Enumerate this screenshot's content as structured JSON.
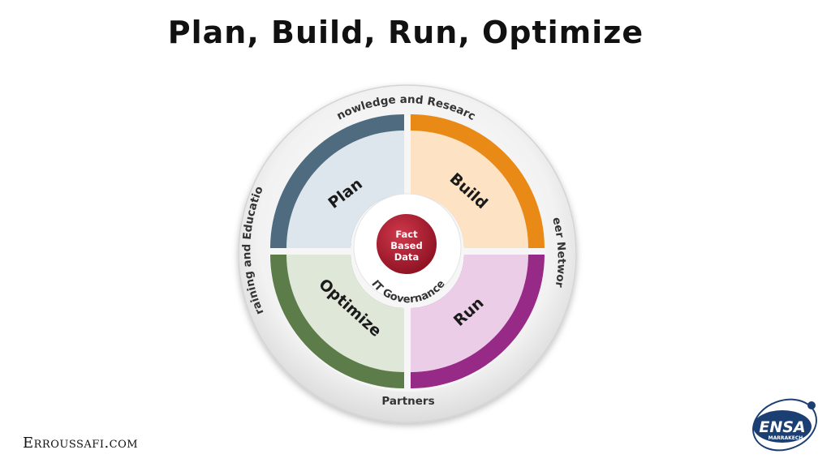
{
  "title": "Plan, Build, Run, Optimize",
  "footer_credit": "Erroussafi.com",
  "ring_labels": {
    "top": "Knowledge and Research",
    "right": "Peer Network",
    "bottom": "Partners",
    "left": "Training and Education"
  },
  "quadrants": [
    {
      "key": "plan",
      "label": "Plan",
      "color": "#4e6b7f",
      "light": "#dde6ec"
    },
    {
      "key": "build",
      "label": "Build",
      "color": "#ea8a16",
      "light": "#fde2c4"
    },
    {
      "key": "run",
      "label": "Run",
      "color": "#962a86",
      "light": "#eccde7"
    },
    {
      "key": "optimize",
      "label": "Optimize",
      "color": "#5c7d4a",
      "light": "#dfe7d8"
    }
  ],
  "center": {
    "lines": [
      "Fact",
      "Based",
      "Data"
    ],
    "ring_text": "IT Governance",
    "color": "#a01a2c"
  },
  "logo": {
    "text": "ENSA",
    "subtext": "MARRAKECH",
    "color": "#1c3f73"
  }
}
